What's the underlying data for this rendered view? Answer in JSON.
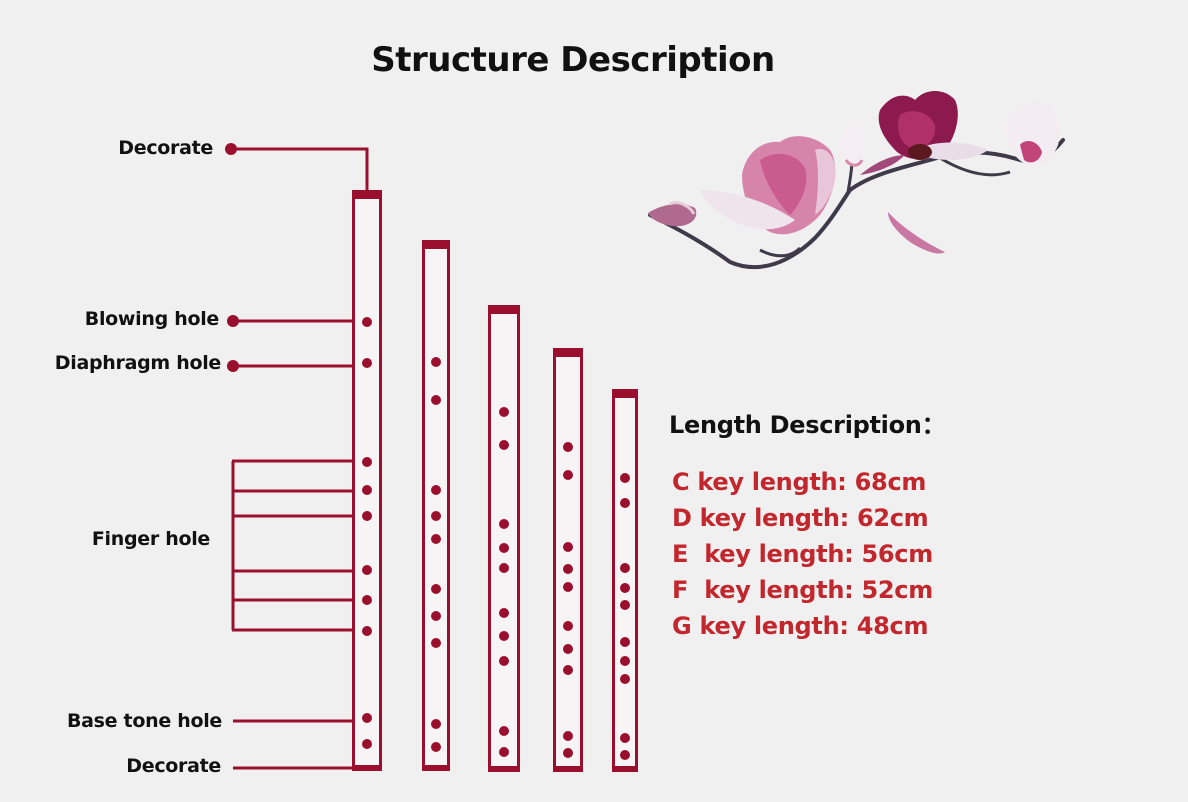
{
  "title": "Structure Description",
  "labels": {
    "decorate_top": "Decorate",
    "blowing_hole": "Blowing hole",
    "diaphragm_hole": "Diaphragm hole",
    "finger_hole": "Finger hole",
    "base_tone_hole": "Base tone hole",
    "decorate_bottom": "Decorate"
  },
  "length_description": {
    "title": "Length Description：",
    "items": [
      {
        "key": "C",
        "text": "C key length: 68cm",
        "length_cm": 68
      },
      {
        "key": "D",
        "text": "D key length: 62cm",
        "length_cm": 62
      },
      {
        "key": "E",
        "text": "E  key length: 56cm",
        "length_cm": 56
      },
      {
        "key": "F",
        "text": "F  key length: 52cm",
        "length_cm": 52
      },
      {
        "key": "G",
        "text": "G key length: 48cm",
        "length_cm": 48
      }
    ]
  },
  "colors": {
    "accent": "#9b0f2e",
    "length_text": "#c1272d",
    "text": "#111111",
    "background": "#f0f0f0"
  },
  "flutes": [
    {
      "key": "C",
      "holes_count": 10
    },
    {
      "key": "D",
      "holes_count": 10
    },
    {
      "key": "E",
      "holes_count": 10
    },
    {
      "key": "F",
      "holes_count": 10
    },
    {
      "key": "G",
      "holes_count": 10
    }
  ],
  "decoration": "magnolia-branch-image"
}
